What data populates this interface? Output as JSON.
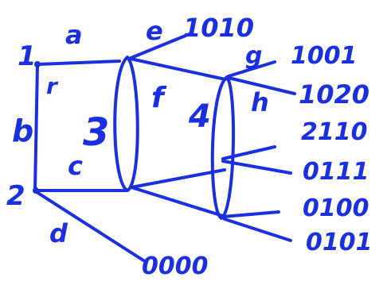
{
  "ink_color": "#1a2fe0",
  "background": "#ffffff",
  "nodes": {
    "n1": "1",
    "n2": "2",
    "n3": "3",
    "n4": "4"
  },
  "edges": {
    "a": "a",
    "b": "b",
    "c": "c",
    "d": "d",
    "e": "e",
    "f": "f",
    "g": "g",
    "h": "h",
    "r": "r"
  },
  "codes": {
    "c1010": "1010",
    "c1001": "1001",
    "c1020": "1020",
    "c2110": "2110",
    "c0111": "0111",
    "c0100": "0100",
    "c0101": "0101",
    "c0000": "0000"
  }
}
